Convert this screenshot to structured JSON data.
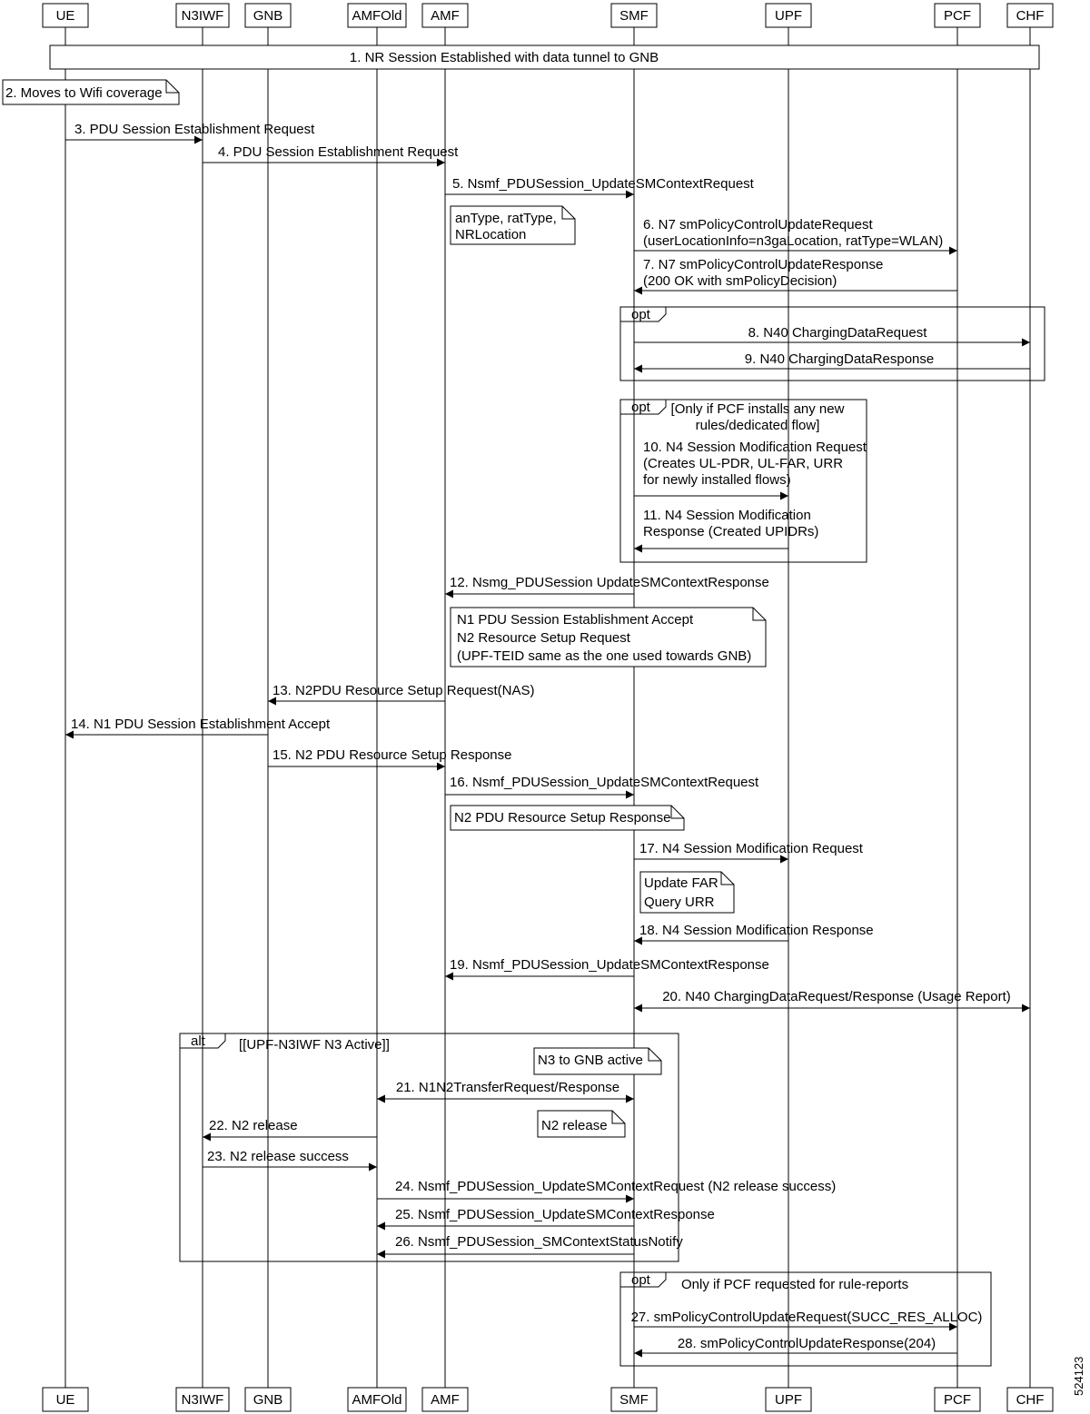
{
  "participants": [
    {
      "id": "ue",
      "label": "UE"
    },
    {
      "id": "n3iwf",
      "label": "N3IWF"
    },
    {
      "id": "gnb",
      "label": "GNB"
    },
    {
      "id": "amfold",
      "label": "AMFOld"
    },
    {
      "id": "amf",
      "label": "AMF"
    },
    {
      "id": "smf",
      "label": "SMF"
    },
    {
      "id": "upf",
      "label": "UPF"
    },
    {
      "id": "pcf",
      "label": "PCF"
    },
    {
      "id": "chf",
      "label": "CHF"
    }
  ],
  "spanning_notes": [
    {
      "id": "step-1",
      "text": "1. NR Session Established with data tunnel to GNB"
    }
  ],
  "notes": [
    {
      "id": "note-wifi",
      "lines": [
        "2. Moves to Wifi coverage"
      ]
    },
    {
      "id": "note-antype",
      "lines": [
        "anType, ratType,",
        "NRLocation"
      ]
    },
    {
      "id": "note-n1-accept",
      "lines": [
        "N1 PDU Session Establishment Accept",
        "N2 Resource Setup Request",
        "(UPF-TEID same as the one used towards GNB)"
      ]
    },
    {
      "id": "note-n2-response",
      "lines": [
        "N2 PDU Resource Setup Response"
      ]
    },
    {
      "id": "note-update-far",
      "lines": [
        "Update FAR",
        "Query URR"
      ]
    },
    {
      "id": "note-n3-gnb",
      "lines": [
        "N3 to GNB active"
      ]
    },
    {
      "id": "note-n2-release",
      "lines": [
        "N2 release"
      ]
    }
  ],
  "messages": [
    {
      "id": "msg-3",
      "from": "ue",
      "to": "n3iwf",
      "lines": [
        "3. PDU Session Establishment Request"
      ]
    },
    {
      "id": "msg-4",
      "from": "n3iwf",
      "to": "amf",
      "lines": [
        "4. PDU Session Establishment Request"
      ]
    },
    {
      "id": "msg-5",
      "from": "amf",
      "to": "smf",
      "lines": [
        "5. Nsmf_PDUSession_UpdateSMContextRequest"
      ]
    },
    {
      "id": "msg-6",
      "from": "smf",
      "to": "pcf",
      "lines": [
        "6. N7 smPolicyControlUpdateRequest",
        "(userLocationInfo=n3gaLocation, ratType=WLAN)"
      ]
    },
    {
      "id": "msg-7",
      "from": "pcf",
      "to": "smf",
      "lines": [
        "7. N7 smPolicyControlUpdateResponse",
        "(200 OK with smPolicyDecision)"
      ]
    },
    {
      "id": "msg-8",
      "from": "smf",
      "to": "chf",
      "lines": [
        "8. N40 ChargingDataRequest"
      ]
    },
    {
      "id": "msg-9",
      "from": "chf",
      "to": "smf",
      "lines": [
        "9. N40 ChargingDataResponse"
      ]
    },
    {
      "id": "msg-10",
      "from": "smf",
      "to": "upf",
      "lines": [
        "10. N4 Session Modification Request",
        "(Creates UL-PDR, UL-FAR, URR",
        "for newly installed flows)"
      ]
    },
    {
      "id": "msg-11",
      "from": "upf",
      "to": "smf",
      "lines": [
        "11. N4 Session Modification",
        "Response (Created UPIDRs)"
      ]
    },
    {
      "id": "msg-12",
      "from": "smf",
      "to": "amf",
      "lines": [
        "12. Nsmg_PDUSession UpdateSMContextResponse"
      ]
    },
    {
      "id": "msg-13",
      "from": "amf",
      "to": "gnb",
      "lines": [
        "13. N2PDU Resource Setup Request(NAS)"
      ]
    },
    {
      "id": "msg-14",
      "from": "gnb",
      "to": "ue",
      "lines": [
        "14. N1 PDU Session Establishment Accept"
      ]
    },
    {
      "id": "msg-15",
      "from": "gnb",
      "to": "amf",
      "lines": [
        "15. N2 PDU Resource Setup Response"
      ]
    },
    {
      "id": "msg-16",
      "from": "amf",
      "to": "smf",
      "lines": [
        "16. Nsmf_PDUSession_UpdateSMContextRequest"
      ]
    },
    {
      "id": "msg-17",
      "from": "smf",
      "to": "upf",
      "lines": [
        "17. N4 Session Modification Request"
      ]
    },
    {
      "id": "msg-18",
      "from": "upf",
      "to": "smf",
      "lines": [
        "18. N4 Session Modification Response"
      ]
    },
    {
      "id": "msg-19",
      "from": "smf",
      "to": "amf",
      "lines": [
        "19. Nsmf_PDUSession_UpdateSMContextResponse"
      ]
    },
    {
      "id": "msg-20",
      "from": "smf",
      "to": "chf",
      "bidirectional": true,
      "lines": [
        "20. N40 ChargingDataRequest/Response (Usage Report)"
      ]
    },
    {
      "id": "msg-21",
      "from": "amfold",
      "to": "smf",
      "bidirectional": true,
      "lines": [
        "21. N1N2TransferRequest/Response"
      ]
    },
    {
      "id": "msg-22",
      "from": "amfold",
      "to": "n3iwf",
      "lines": [
        "22. N2 release"
      ]
    },
    {
      "id": "msg-23",
      "from": "n3iwf",
      "to": "amfold",
      "lines": [
        "23. N2 release success"
      ]
    },
    {
      "id": "msg-24",
      "from": "amfold",
      "to": "smf",
      "lines": [
        "24. Nsmf_PDUSession_UpdateSMContextRequest (N2 release success)"
      ]
    },
    {
      "id": "msg-25",
      "from": "smf",
      "to": "amfold",
      "lines": [
        "25. Nsmf_PDUSession_UpdateSMContextResponse"
      ]
    },
    {
      "id": "msg-26",
      "from": "smf",
      "to": "amfold",
      "lines": [
        "26. Nsmf_PDUSession_SMContextStatusNotify"
      ]
    },
    {
      "id": "msg-27",
      "from": "smf",
      "to": "pcf",
      "lines": [
        "27. smPolicyControlUpdateRequest(SUCC_RES_ALLOC)"
      ]
    },
    {
      "id": "msg-28",
      "from": "pcf",
      "to": "smf",
      "lines": [
        "28. smPolicyControlUpdateResponse(204)"
      ]
    }
  ],
  "fragments": [
    {
      "id": "frag-opt-charging",
      "kind": "opt",
      "condition_lines": []
    },
    {
      "id": "frag-opt-pcf-rules",
      "kind": "opt",
      "condition_lines": [
        "[Only if PCF installs any new",
        "rules/dedicated flow]"
      ]
    },
    {
      "id": "frag-alt-n3iwf",
      "kind": "alt",
      "condition_lines": [
        "[[UPF-N3IWF N3 Active]]"
      ]
    },
    {
      "id": "frag-opt-rule-reports",
      "kind": "opt",
      "condition_lines": [
        "Only if PCF requested for rule-reports"
      ]
    }
  ],
  "figure_id": "524123"
}
